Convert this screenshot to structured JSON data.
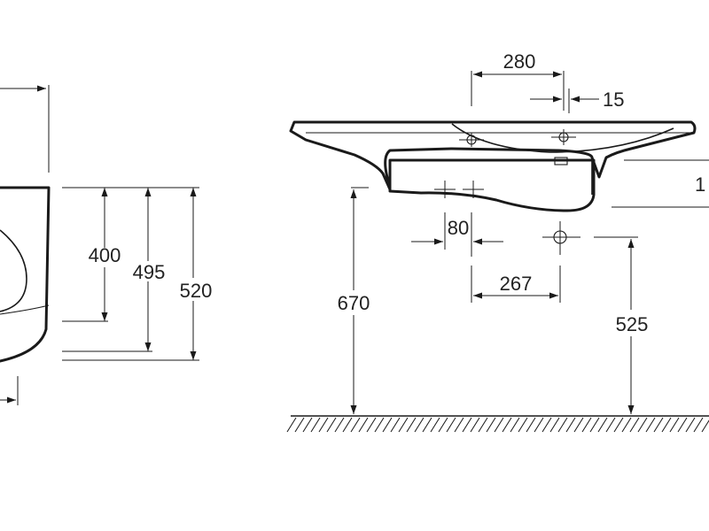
{
  "dimensions": {
    "side_height_400": "400",
    "side_height_495": "495",
    "side_height_520": "520",
    "width_280": "280",
    "offset_15": "15",
    "spacing_80": "80",
    "offset_267": "267",
    "height_670": "670",
    "height_525": "525",
    "partial_right": "1"
  }
}
